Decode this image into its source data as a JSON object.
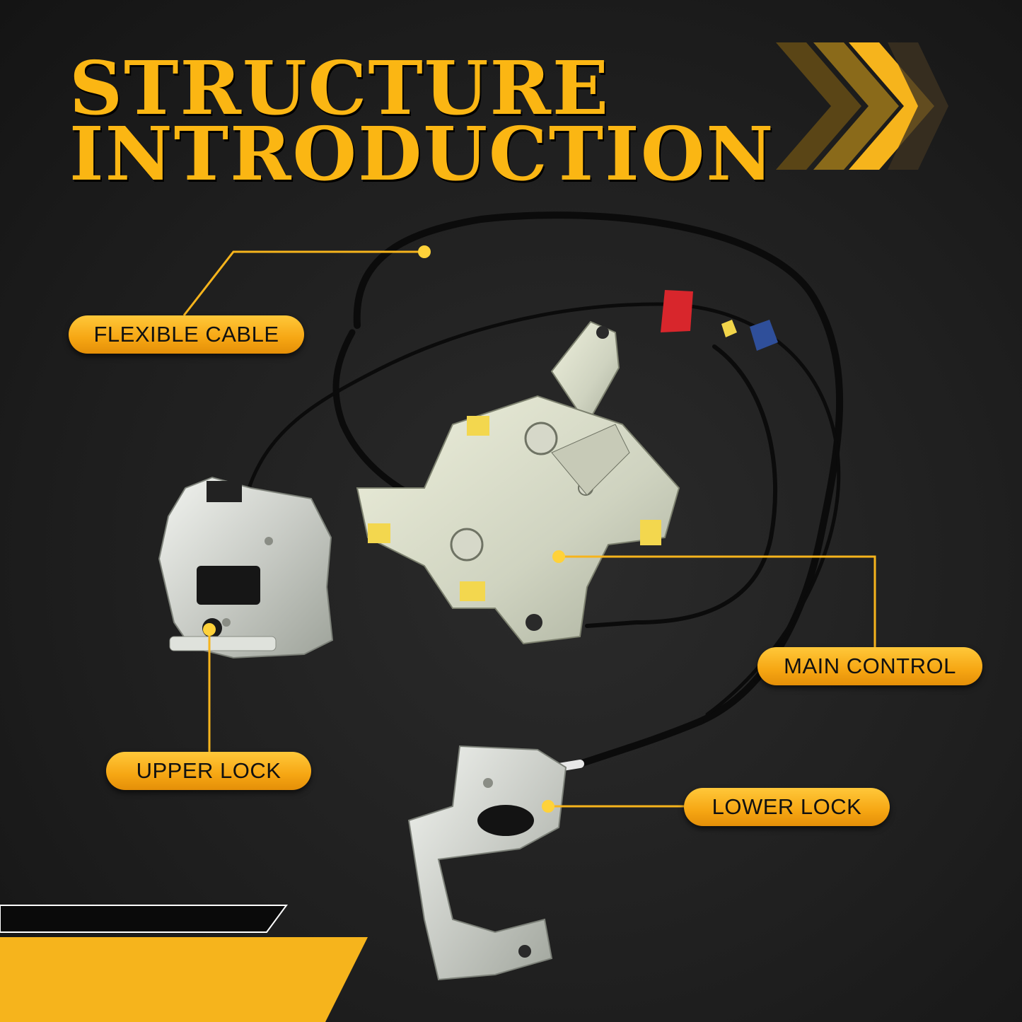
{
  "headline": {
    "line1": "STRUCTURE",
    "line2": "INTRODUCTION"
  },
  "labels": {
    "flexible_cable": "FLEXIBLE CABLE",
    "main_control": "MAIN CONTROL",
    "upper_lock": "UPPER LOCK",
    "lower_lock": "LOWER LOCK"
  },
  "colors": {
    "accent": "#fbb613",
    "background": "#1f1f1f",
    "label_text": "#111111"
  }
}
